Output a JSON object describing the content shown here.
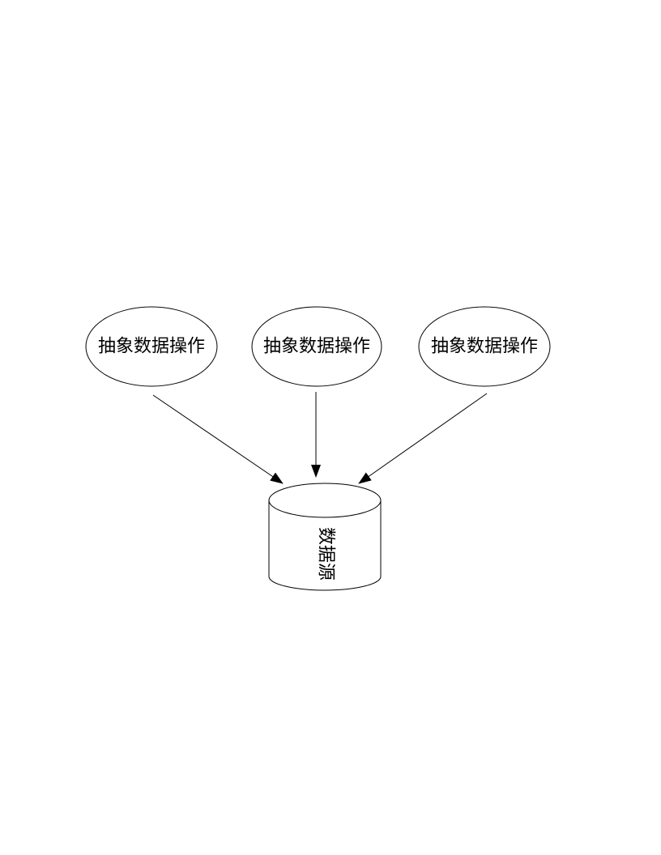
{
  "diagram": {
    "nodes": [
      {
        "id": "op1",
        "label": "抽象数据操作",
        "shape": "ellipse"
      },
      {
        "id": "op2",
        "label": "抽象数据操作",
        "shape": "ellipse"
      },
      {
        "id": "op3",
        "label": "抽象数据操作",
        "shape": "ellipse"
      },
      {
        "id": "source",
        "label": "数据源",
        "shape": "cylinder"
      }
    ],
    "edges": [
      {
        "from": "op1",
        "to": "source"
      },
      {
        "from": "op2",
        "to": "source"
      },
      {
        "from": "op3",
        "to": "source"
      }
    ],
    "colors": {
      "stroke": "#000000",
      "fill": "#ffffff",
      "background": "#ffffff"
    }
  }
}
